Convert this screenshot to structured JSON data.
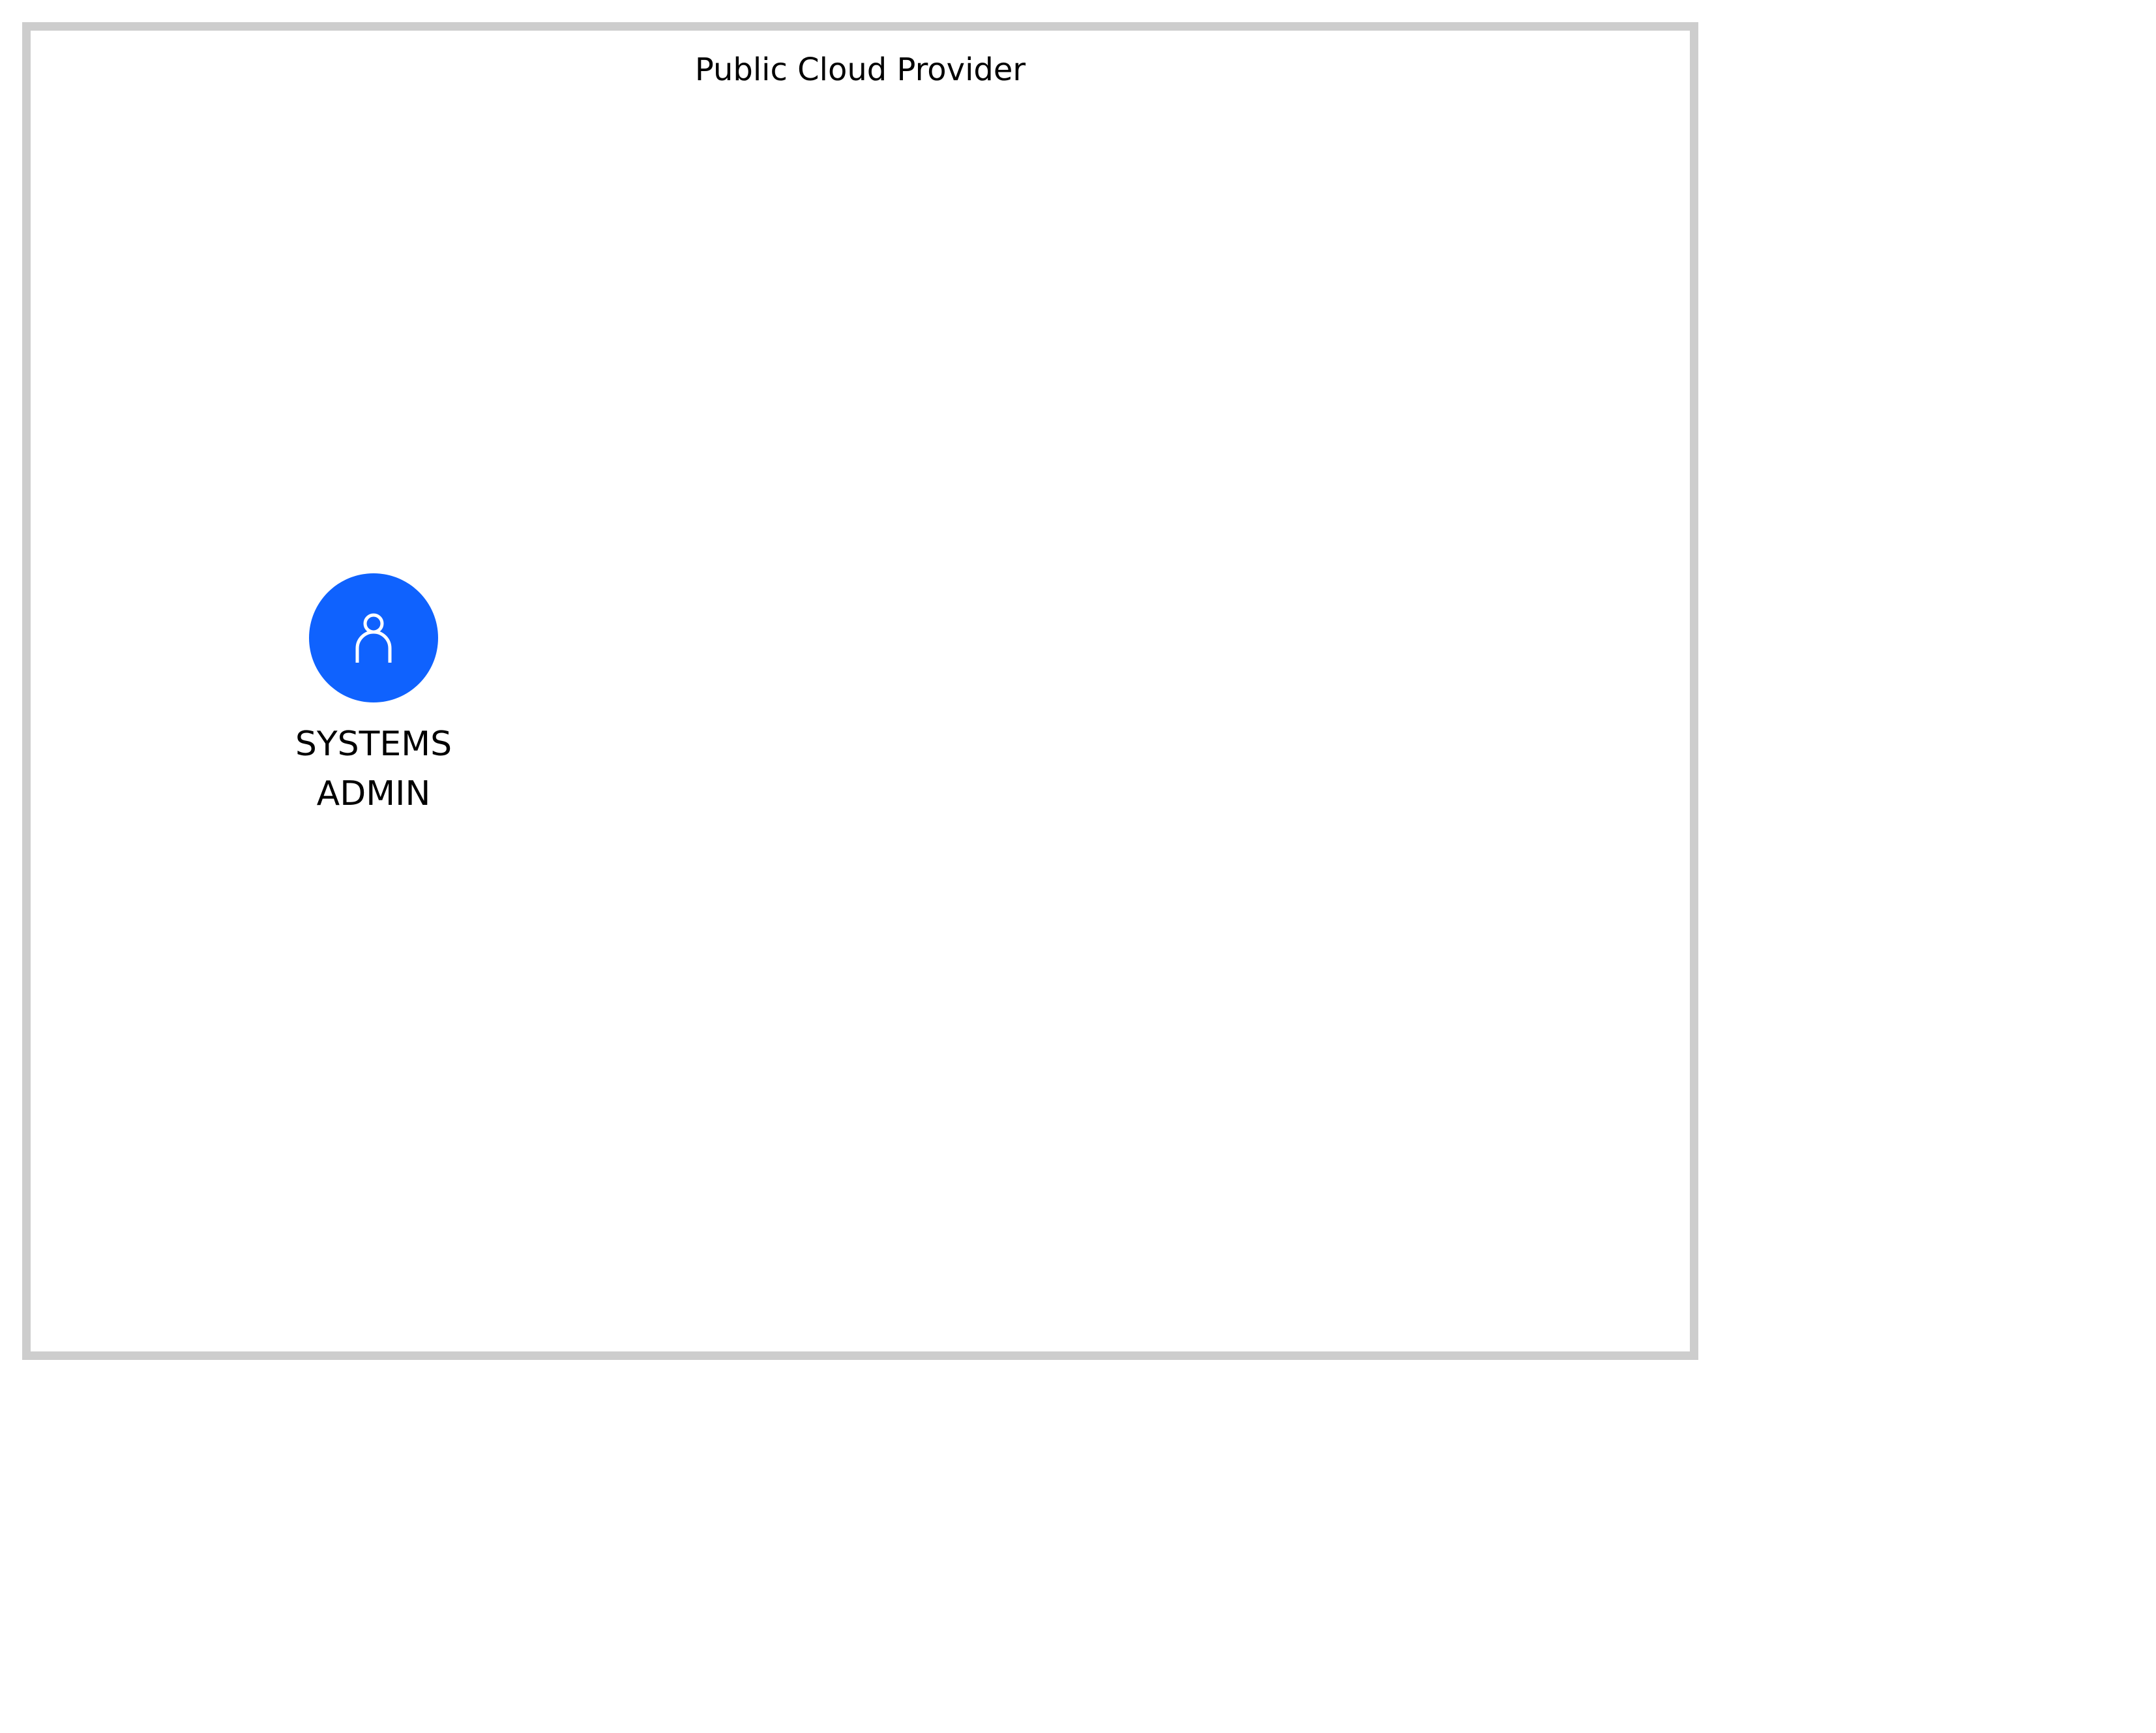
{
  "diagram": {
    "container": {
      "title": "Public Cloud Provider",
      "border_color": "#cdcdcd"
    },
    "nodes": [
      {
        "id": "systems-admin",
        "label": "SYSTEMS\nADMIN",
        "icon": "user-icon",
        "color": "#0f62fe",
        "icon_color": "#ffffff"
      }
    ]
  }
}
